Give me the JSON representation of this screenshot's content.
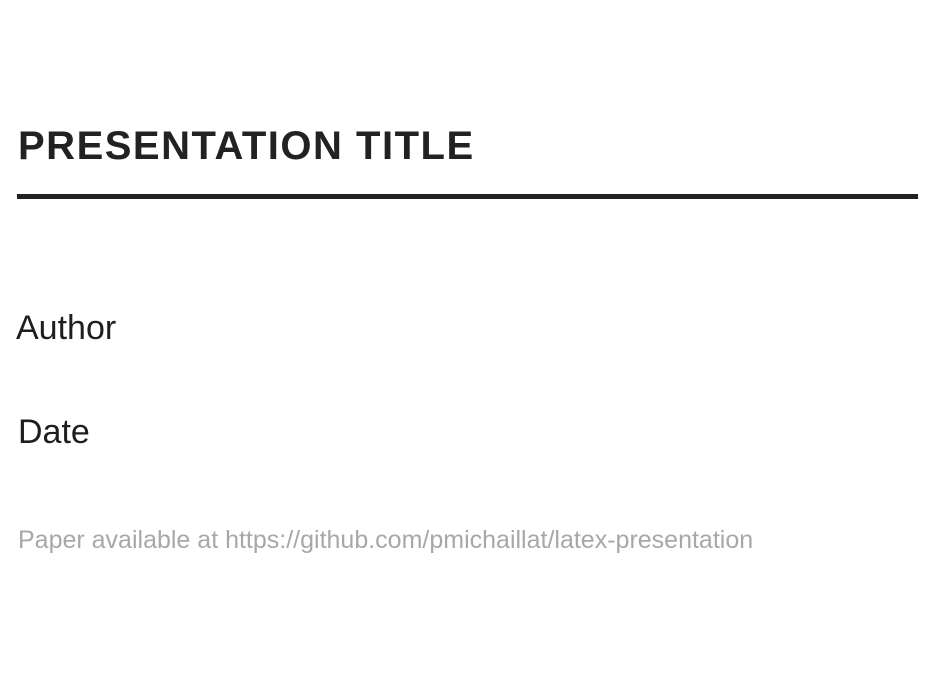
{
  "slide": {
    "title": "PRESENTATION TITLE",
    "author": "Author",
    "date": "Date",
    "paper_note": "Paper available at https://github.com/pmichaillat/latex-presentation"
  },
  "colors": {
    "title_text": "#222222",
    "rule": "#222222",
    "body_text": "#1e1e1e",
    "muted_text": "#a8a8a8",
    "background": "#ffffff"
  }
}
